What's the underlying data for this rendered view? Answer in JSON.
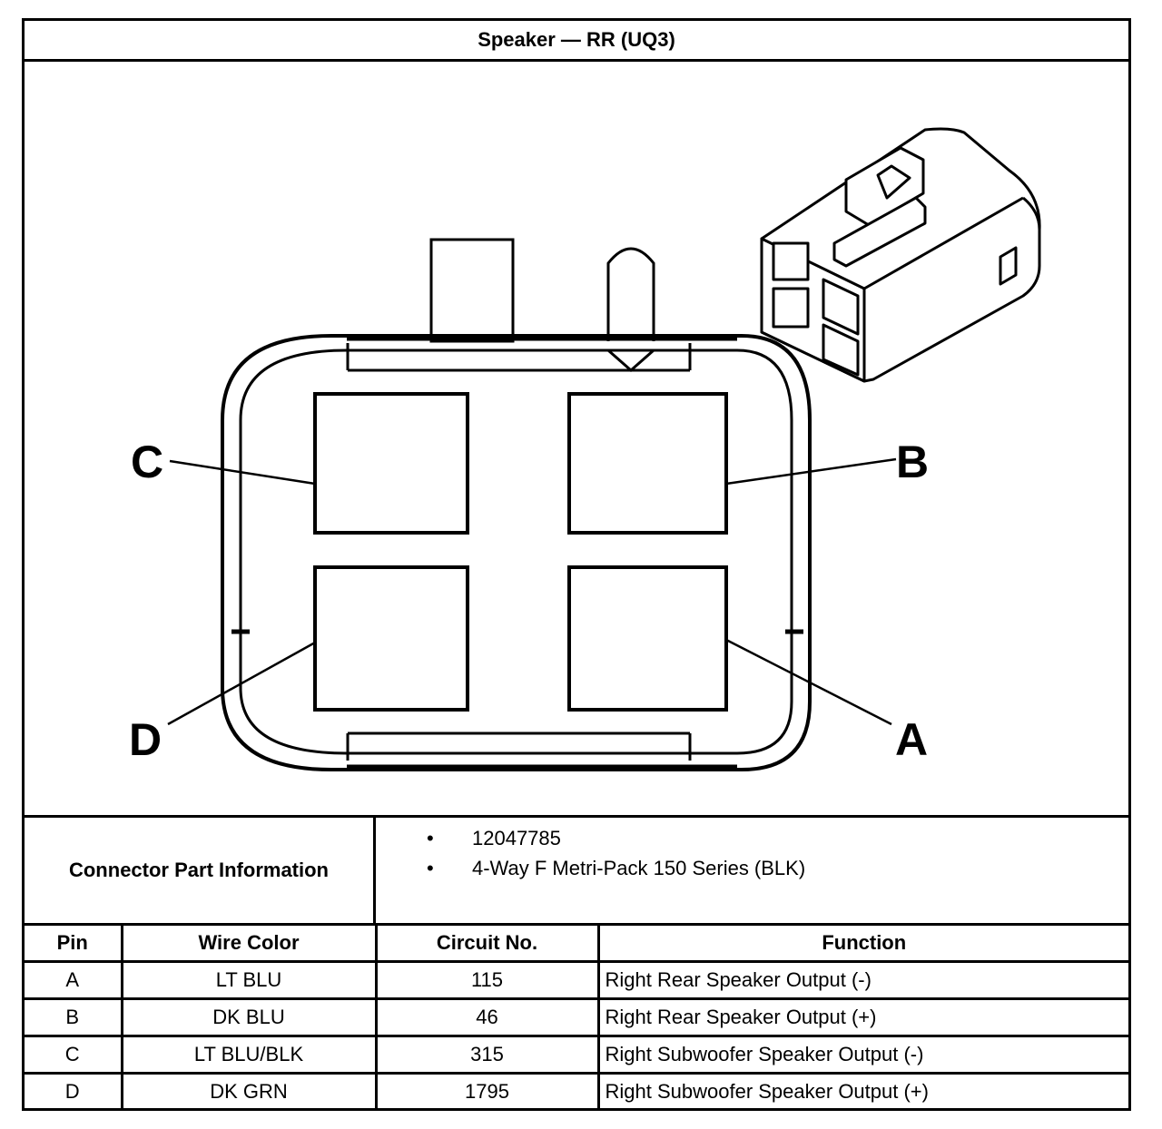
{
  "title": "Speaker — RR (UQ3)",
  "diagram": {
    "pin_labels": {
      "a": "A",
      "b": "B",
      "c": "C",
      "d": "D"
    }
  },
  "connector_info": {
    "label": "Connector Part Information",
    "items": [
      "12047785",
      "4-Way F Metri-Pack 150 Series (BLK)"
    ],
    "bullet": "•"
  },
  "table": {
    "headers": {
      "pin": "Pin",
      "wire_color": "Wire Color",
      "circuit": "Circuit No.",
      "function": "Function"
    },
    "rows": [
      {
        "pin": "A",
        "wire_color": "LT BLU",
        "circuit": "115",
        "function": "Right Rear Speaker Output (-)"
      },
      {
        "pin": "B",
        "wire_color": "DK BLU",
        "circuit": "46",
        "function": "Right Rear Speaker Output (+)"
      },
      {
        "pin": "C",
        "wire_color": "LT BLU/BLK",
        "circuit": "315",
        "function": "Right Subwoofer Speaker Output (-)"
      },
      {
        "pin": "D",
        "wire_color": "DK GRN",
        "circuit": "1795",
        "function": "Right Subwoofer Speaker Output (+)"
      }
    ]
  }
}
